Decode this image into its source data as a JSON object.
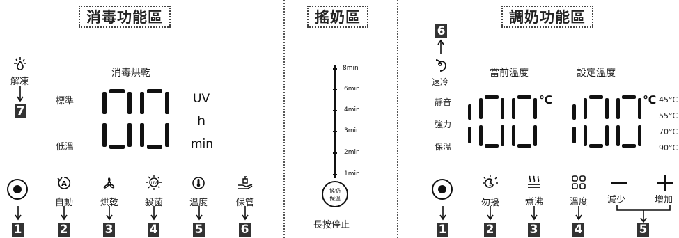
{
  "sections": {
    "disinfect_title": "消毒功能區",
    "shake_title": "搖奶區",
    "mix_title": "調奶功能區"
  },
  "left": {
    "thaw_label": "解凍",
    "thaw_badge": "7",
    "display_title": "消毒烘乾",
    "mode_standard": "標準",
    "mode_low": "低溫",
    "unit_uv": "UV",
    "unit_h": "h",
    "unit_min": "min",
    "controls": [
      {
        "label": "",
        "badge": "1",
        "icon": "power-icon"
      },
      {
        "label": "自動",
        "badge": "2",
        "icon": "auto-icon"
      },
      {
        "label": "烘乾",
        "badge": "3",
        "icon": "fan-icon"
      },
      {
        "label": "殺菌",
        "badge": "4",
        "icon": "uv-sun-icon"
      },
      {
        "label": "溫度",
        "badge": "5",
        "icon": "thermometer-icon"
      },
      {
        "label": "保管",
        "badge": "6",
        "icon": "hand-bottle-icon"
      }
    ]
  },
  "middle": {
    "times": [
      "8min",
      "6min",
      "4min",
      "3min",
      "2min",
      "1min"
    ],
    "button_line1": "搖奶",
    "button_line2": "保溫",
    "hold_label": "長按停止"
  },
  "right": {
    "cool_badge": "6",
    "cool_label": "速冷",
    "current_temp_label": "當前溫度",
    "set_temp_label": "設定溫度",
    "mode_quiet": "靜音",
    "mode_strong": "強力",
    "mode_keep": "保溫",
    "unit_c": "℃",
    "presets": [
      "45°C",
      "55°C",
      "70°C",
      "90°C"
    ],
    "controls": [
      {
        "label": "",
        "badge": "1",
        "icon": "power-icon"
      },
      {
        "label": "勿擾",
        "badge": "2",
        "icon": "moon-sun-icon"
      },
      {
        "label": "煮沸",
        "badge": "3",
        "icon": "steam-icon"
      },
      {
        "label": "溫度",
        "badge": "4",
        "icon": "grid-icon"
      }
    ],
    "decrease_label": "減少",
    "increase_label": "增加",
    "adjust_badge": "5"
  }
}
